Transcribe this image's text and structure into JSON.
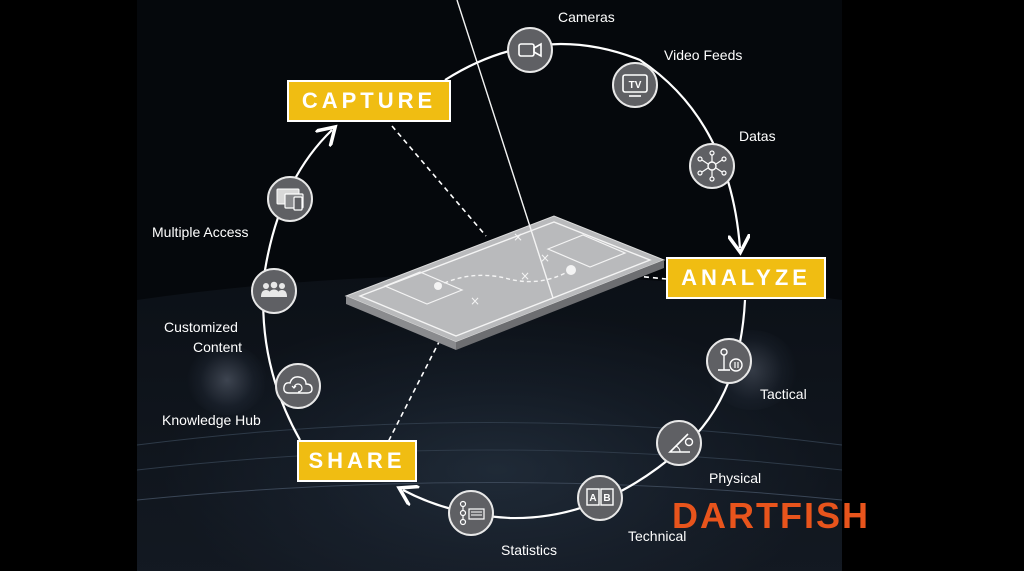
{
  "stages": {
    "capture": "CAPTURE",
    "analyze": "ANALYZE",
    "share": "SHARE"
  },
  "items": {
    "cameras": "Cameras",
    "video_feeds": "Video Feeds",
    "datas": "Datas",
    "tactical": "Tactical",
    "physical": "Physical",
    "technical": "Technical",
    "statistics": "Statistics",
    "knowledge_hub": "Knowledge Hub",
    "customized_content_line1": "Customized",
    "customized_content_line2": "Content",
    "multiple_access": "Multiple Access"
  },
  "icons": {
    "tv_text": "TV",
    "ab_left": "A",
    "ab_right": "B"
  },
  "logo": "DARTFISH",
  "colors": {
    "stage_fill": "#f0bd12",
    "node_fill": "#5f6064",
    "logo": "#e8541c"
  }
}
